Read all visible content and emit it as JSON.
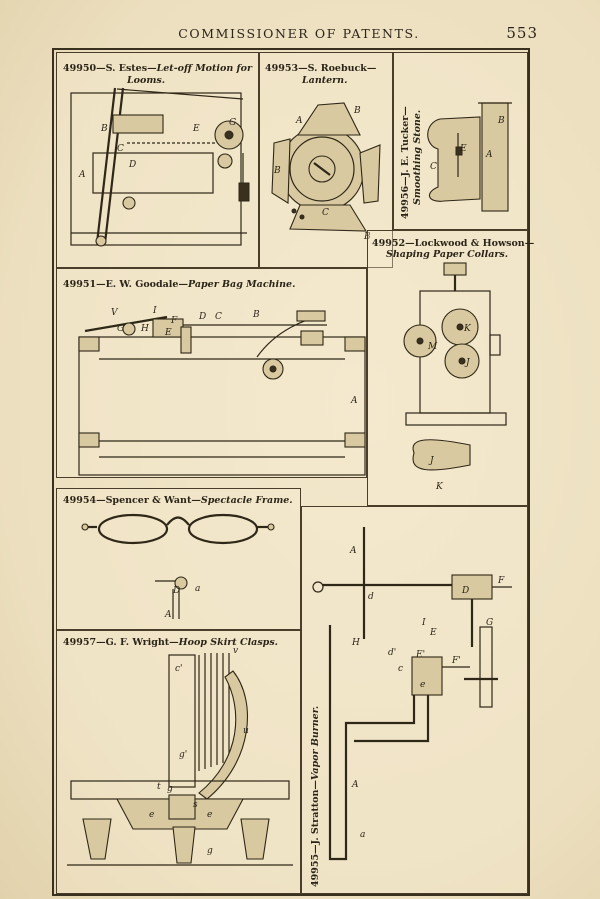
{
  "header": {
    "title": "COMMISSIONER OF PATENTS.",
    "page_number": "553"
  },
  "patents": [
    {
      "number": "49950",
      "inventor": "S. Estes",
      "subject": "Let-off Motion for",
      "subject_line2": "Looms."
    },
    {
      "number": "49953",
      "inventor": "S. Roebuck",
      "subject": "",
      "subject_line2": "Lantern."
    },
    {
      "number": "49956",
      "inventor": "J. E. Tucker",
      "subject": "Smoothing Stone."
    },
    {
      "number": "49951",
      "inventor": "E. W. Goodale",
      "subject": "Paper Bag Machine."
    },
    {
      "number": "49952",
      "inventor": "Lockwood & Howson",
      "subject": "Shaping Paper Collars."
    },
    {
      "number": "49954",
      "inventor": "Spencer & Want",
      "subject": "Spectacle Frame."
    },
    {
      "number": "49957",
      "inventor": "G. F. Wright",
      "subject": "Hoop Skirt Clasps."
    },
    {
      "number": "49955",
      "inventor": "J. Stratton",
      "subject": "Vapor Burner."
    }
  ],
  "labels": {
    "looms": [
      "B",
      "E",
      "G",
      "C",
      "A",
      "D"
    ],
    "lantern": [
      "A",
      "B",
      "B",
      "B",
      "C"
    ],
    "stone": [
      "C",
      "E",
      "A",
      "B"
    ],
    "bag": [
      "V",
      "I",
      "F",
      "D",
      "C",
      "B",
      "G",
      "H",
      "E",
      "A"
    ],
    "collars": [
      "M",
      "K",
      "J",
      "J",
      "K"
    ],
    "spectacle": [
      "D",
      "a",
      "A"
    ],
    "clasps": [
      "c'",
      "v",
      "g'",
      "u",
      "t",
      "g",
      "s",
      "e",
      "e",
      "g"
    ],
    "burner": [
      "A",
      "d",
      "I",
      "E",
      "D",
      "F",
      "H",
      "d'",
      "c",
      "E'",
      "e",
      "F'",
      "G",
      "A",
      "a"
    ]
  }
}
